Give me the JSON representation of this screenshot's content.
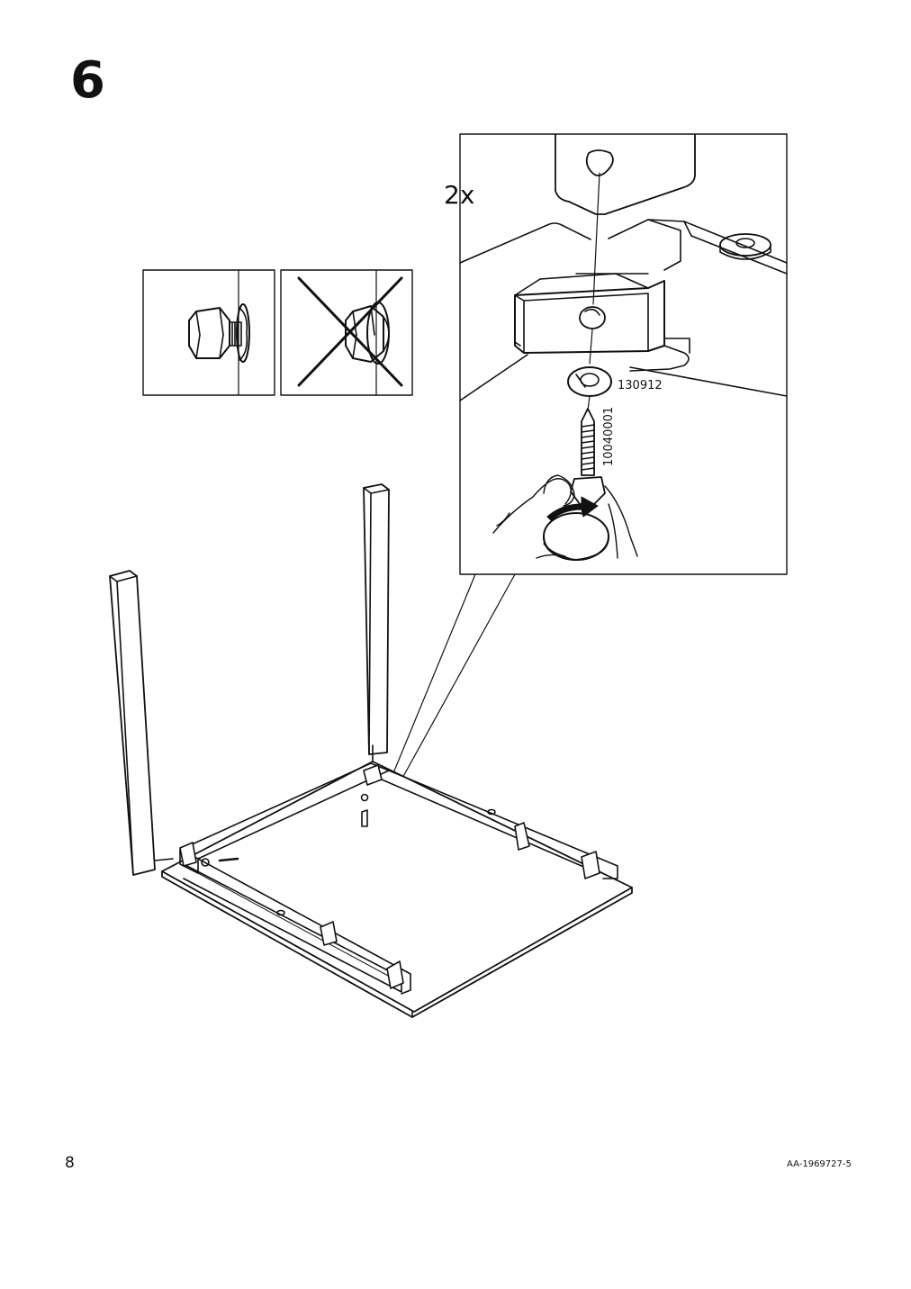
{
  "step": {
    "number": "6"
  },
  "detail": {
    "quantity": "2x",
    "washer_part": "130912",
    "bolt_part": "10040001"
  },
  "footer": {
    "page_number": "8",
    "document_code": "AA-1969727-5"
  },
  "colors": {
    "line": "#111111",
    "paper": "#ffffff",
    "shade": "#e6e6e6"
  },
  "icons": [
    "correct-bolt-icon",
    "incorrect-bolt-icon",
    "rotate-arrow-icon",
    "hand-icon"
  ]
}
